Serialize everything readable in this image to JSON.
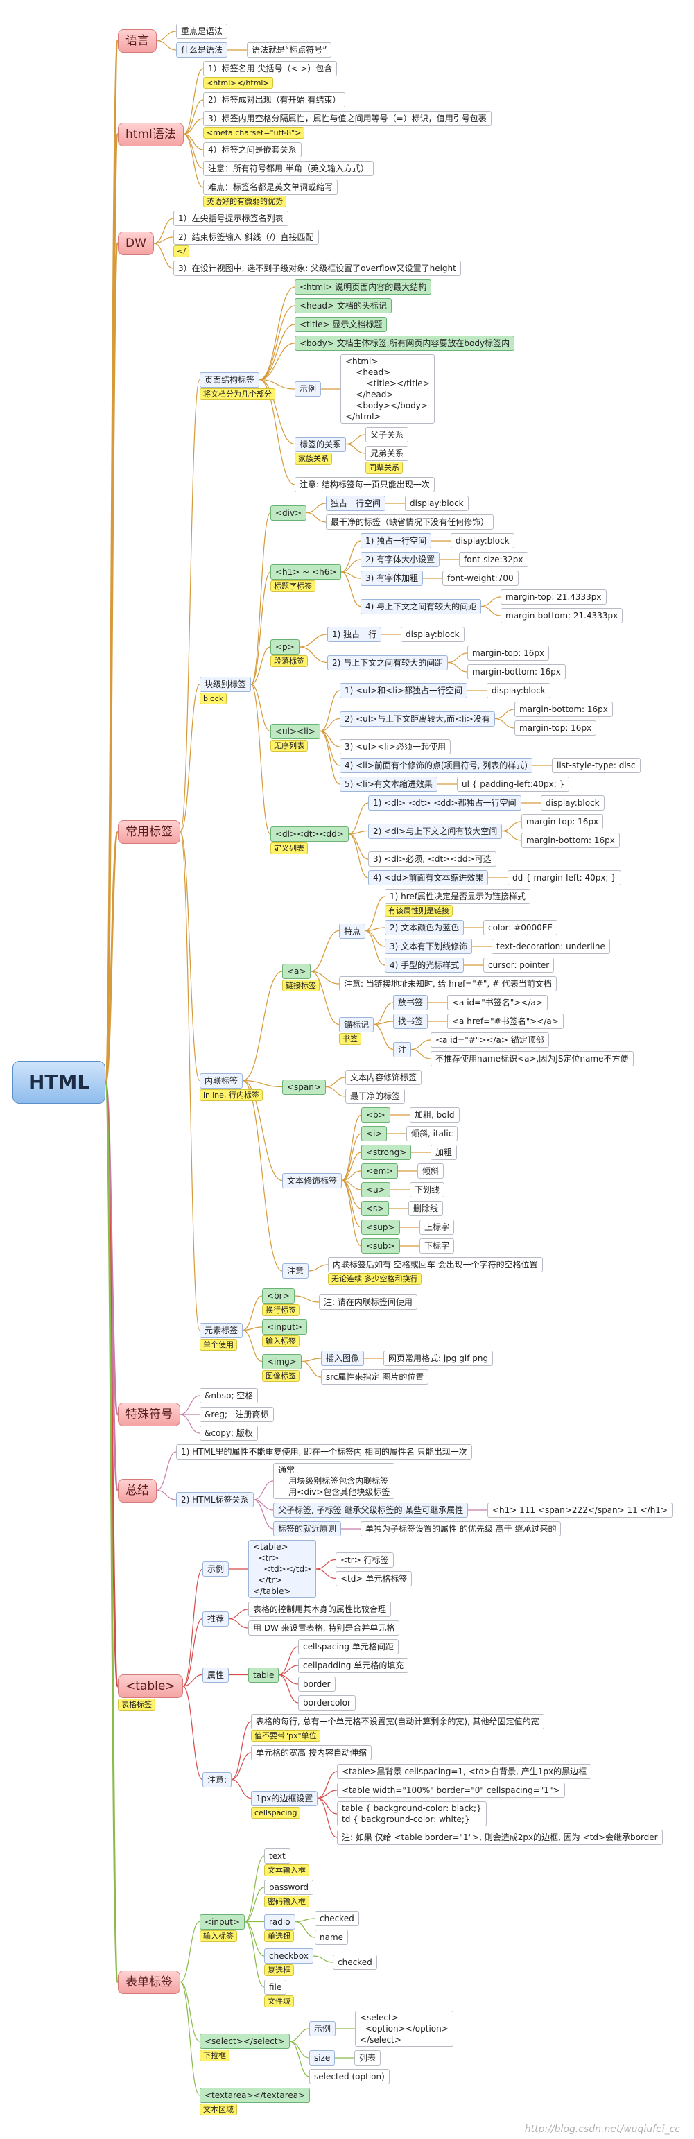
{
  "root": {
    "label": "HTML"
  },
  "watermark": "http://blog.csdn.net/wuqiufei_cc",
  "branches": [
    {
      "label": "语言",
      "children": [
        {
          "label": "重点是语法"
        },
        {
          "label": "什么是语法",
          "children": [
            {
              "label": "语法就是“标点符号”"
            }
          ]
        }
      ]
    },
    {
      "label": "html语法",
      "children": [
        {
          "label": "1）标签名用 尖括号（< >）包含",
          "note": "<html></html>"
        },
        {
          "label": "2）标签成对出现（有开始 有结束）"
        },
        {
          "label": "3）标签内用空格分隔属性，属性与值之间用等号（=）标识，值用引号包裹",
          "note": "<meta charset=\"utf-8\">"
        },
        {
          "label": "4）标签之间是嵌套关系"
        },
        {
          "label": "注意：所有符号都用 半角（英文输入方式）"
        },
        {
          "label": "难点：标签名都是英文单词或缩写",
          "note": "英语好的有微弱的优势"
        }
      ]
    },
    {
      "label": "DW",
      "children": [
        {
          "label": "1）左尖括号提示标签名列表"
        },
        {
          "label": "2）结束标签输入 斜线（/）直接匹配",
          "note": "</"
        },
        {
          "label": "3）在设计视图中, 选不到子级对象: 父级框设置了overflow又设置了height"
        }
      ]
    },
    {
      "label": "常用标签",
      "children": [
        {
          "label": "页面结构标签",
          "note": "将文档分为几个部分",
          "children": [
            {
              "label": "<html> 说明页面内容的最大结构",
              "kw": true
            },
            {
              "label": "<head> 文档的头标记",
              "kw": true
            },
            {
              "label": "<title> 显示文档标题",
              "kw": true
            },
            {
              "label": "<body> 文档主体标签,所有网页内容要放在body标签内",
              "kw": true
            },
            {
              "label": "示例",
              "children": [
                {
                  "label": "<html>\n    <head>\n        <title></title>\n    </head>\n    <body></body>\n</html>"
                }
              ]
            },
            {
              "label": "标签的关系",
              "note": "家族关系",
              "children": [
                {
                  "label": "父子关系"
                },
                {
                  "label": "兄弟关系",
                  "note": "同辈关系"
                }
              ]
            },
            {
              "label": "注意: 结构标签每一页只能出现一次"
            }
          ]
        },
        {
          "label": "块级别标签",
          "note": "block",
          "children": [
            {
              "label": "<div>",
              "kw": true,
              "children": [
                {
                  "label": "独占一行空间",
                  "children": [
                    {
                      "label": "display:block"
                    }
                  ]
                },
                {
                  "label": "最干净的标签（缺省情况下没有任何修饰）"
                }
              ]
            },
            {
              "label": "<h1> ~ <h6>",
              "kw": true,
              "note": "标题字标签",
              "children": [
                {
                  "label": "1) 独占一行空间",
                  "children": [
                    {
                      "label": "display:block"
                    }
                  ]
                },
                {
                  "label": "2) 有字体大小设置",
                  "children": [
                    {
                      "label": "font-size:32px"
                    }
                  ]
                },
                {
                  "label": "3) 有字体加粗",
                  "children": [
                    {
                      "label": "font-weight:700"
                    }
                  ]
                },
                {
                  "label": "4) 与上下文之间有较大的间距",
                  "children": [
                    {
                      "label": "margin-top: 21.4333px"
                    },
                    {
                      "label": "margin-bottom: 21.4333px"
                    }
                  ]
                }
              ]
            },
            {
              "label": "<p>",
              "kw": true,
              "note": "段落标签",
              "children": [
                {
                  "label": "1) 独占一行",
                  "children": [
                    {
                      "label": "display:block"
                    }
                  ]
                },
                {
                  "label": "2) 与上下文之间有较大的间距",
                  "children": [
                    {
                      "label": "margin-top: 16px"
                    },
                    {
                      "label": "margin-bottom: 16px"
                    }
                  ]
                }
              ]
            },
            {
              "label": "<ul><li>",
              "kw": true,
              "note": "无序列表",
              "children": [
                {
                  "label": "1) <ul>和<li>都独占一行空间",
                  "children": [
                    {
                      "label": "display:block"
                    }
                  ]
                },
                {
                  "label": "2) <ul>与上下文距离较大,而<li>没有",
                  "children": [
                    {
                      "label": "margin-bottom: 16px"
                    },
                    {
                      "label": "margin-top: 16px"
                    }
                  ]
                },
                {
                  "label": "3) <ul><li>必须一起使用"
                },
                {
                  "label": "4) <li>前面有个修饰的点(项目符号, 列表的样式)",
                  "children": [
                    {
                      "label": "list-style-type: disc"
                    }
                  ]
                },
                {
                  "label": "5) <li>有文本缩进效果",
                  "children": [
                    {
                      "label": "ul { padding-left:40px; }"
                    }
                  ]
                }
              ]
            },
            {
              "label": "<dl><dt><dd>",
              "kw": true,
              "note": "定义列表",
              "children": [
                {
                  "label": "1) <dl> <dt> <dd>都独占一行空间",
                  "children": [
                    {
                      "label": "display:block"
                    }
                  ]
                },
                {
                  "label": "2) <dl>与上下文之间有较大空间",
                  "children": [
                    {
                      "label": "margin-top: 16px"
                    },
                    {
                      "label": "margin-bottom: 16px"
                    }
                  ]
                },
                {
                  "label": "3) <dl>必须, <dt><dd>可选"
                },
                {
                  "label": "4) <dd>前面有文本缩进效果",
                  "children": [
                    {
                      "label": "dd { margin-left: 40px; }"
                    }
                  ]
                }
              ]
            }
          ]
        },
        {
          "label": "内联标签",
          "note": "inline, 行内标签",
          "children": [
            {
              "label": "<a>",
              "kw": true,
              "note": "链接标签",
              "children": [
                {
                  "label": "特点",
                  "children": [
                    {
                      "label": "1) href属性决定是否显示为链接样式",
                      "note": "有该属性则是链接"
                    },
                    {
                      "label": "2) 文本颜色为蓝色",
                      "children": [
                        {
                          "label": "color: #0000EE"
                        }
                      ]
                    },
                    {
                      "label": "3) 文本有下划线修饰",
                      "children": [
                        {
                          "label": "text-decoration: underline"
                        }
                      ]
                    },
                    {
                      "label": "4) 手型的光标样式",
                      "children": [
                        {
                          "label": "cursor: pointer"
                        }
                      ]
                    }
                  ]
                },
                {
                  "label": "注意: 当链接地址未知时, 给 href=\"#\", # 代表当前文档"
                },
                {
                  "label": "锚标记",
                  "note": "书签",
                  "children": [
                    {
                      "label": "放书签",
                      "children": [
                        {
                          "label": "<a id=\"书签名\"></a>"
                        }
                      ]
                    },
                    {
                      "label": "找书签",
                      "children": [
                        {
                          "label": "<a href=\"#书签名\"></a>"
                        }
                      ]
                    },
                    {
                      "label": "注",
                      "children": [
                        {
                          "label": "<a id=\"#\"></a> 锚定顶部"
                        },
                        {
                          "label": "不推荐使用name标识<a>,因为JS定位name不方便"
                        }
                      ]
                    }
                  ]
                }
              ]
            },
            {
              "label": "<span>",
              "kw": true,
              "children": [
                {
                  "label": "文本内容修饰标签"
                },
                {
                  "label": "最干净的标签"
                }
              ]
            },
            {
              "label": "文本修饰标签",
              "children": [
                {
                  "label": "<b>",
                  "kw": true,
                  "children": [
                    {
                      "label": "加粗, bold"
                    }
                  ]
                },
                {
                  "label": "<i>",
                  "kw": true,
                  "children": [
                    {
                      "label": "倾斜, italic"
                    }
                  ]
                },
                {
                  "label": "<strong>",
                  "kw": true,
                  "children": [
                    {
                      "label": "加粗"
                    }
                  ]
                },
                {
                  "label": "<em>",
                  "kw": true,
                  "children": [
                    {
                      "label": "倾斜"
                    }
                  ]
                },
                {
                  "label": "<u>",
                  "kw": true,
                  "children": [
                    {
                      "label": "下划线"
                    }
                  ]
                },
                {
                  "label": "<s>",
                  "kw": true,
                  "children": [
                    {
                      "label": "删除线"
                    }
                  ]
                },
                {
                  "label": "<sup>",
                  "kw": true,
                  "children": [
                    {
                      "label": "上标字"
                    }
                  ]
                },
                {
                  "label": "<sub>",
                  "kw": true,
                  "children": [
                    {
                      "label": "下标字"
                    }
                  ]
                }
              ]
            },
            {
              "label": "注意",
              "children": [
                {
                  "label": "内联标签后如有 空格或回车 会出现一个字符的空格位置",
                  "note": "无论连续 多少空格和换行"
                }
              ]
            }
          ]
        },
        {
          "label": "元素标签",
          "note": "单个使用",
          "children": [
            {
              "label": "<br>",
              "kw": true,
              "note": "换行标签",
              "children": [
                {
                  "label": "注: 请在内联标签间使用"
                }
              ]
            },
            {
              "label": "<input>",
              "kw": true,
              "note": "输入标签"
            },
            {
              "label": "<img>",
              "kw": true,
              "note": "图像标签",
              "children": [
                {
                  "label": "插入图像",
                  "children": [
                    {
                      "label": "网页常用格式: jpg gif png"
                    }
                  ]
                },
                {
                  "label": "src属性来指定 图片的位置"
                }
              ]
            }
          ]
        }
      ]
    },
    {
      "label": "特殊符号",
      "children": [
        {
          "label": "&nbsp; 空格"
        },
        {
          "label": "&reg;   注册商标"
        },
        {
          "label": "&copy; 版权"
        }
      ]
    },
    {
      "label": "总结",
      "children": [
        {
          "label": "1) HTML里的属性不能重复使用, 即在一个标签内 相同的属性名 只能出现一次"
        },
        {
          "label": "2) HTML标签关系",
          "children": [
            {
              "label": "通常\n    用块级别标签包含内联标签\n    用<div>包含其他块级标签"
            },
            {
              "label": "父子标签, 子标签 继承父级标签的 某些可继承属性",
              "children": [
                {
                  "label": "<h1> 111 <span>222</span> 11 </h1>"
                }
              ]
            },
            {
              "label": "标签的就近原则",
              "children": [
                {
                  "label": "单独为子标签设置的属性 的优先级 高于 继承过来的"
                }
              ]
            }
          ]
        }
      ]
    },
    {
      "label": "<table>",
      "note": "表格标签",
      "children": [
        {
          "label": "示例",
          "children": [
            {
              "label": "<table>\n  <tr>\n    <td></td>\n  </tr>\n</table>",
              "children": [
                {
                  "label": "<tr> 行标签"
                },
                {
                  "label": "<td> 单元格标签"
                }
              ]
            }
          ]
        },
        {
          "label": "推荐",
          "children": [
            {
              "label": "表格的控制用其本身的属性比较合理"
            },
            {
              "label": "用 DW 来设置表格, 特别是合并单元格"
            }
          ]
        },
        {
          "label": "属性",
          "children": [
            {
              "label": "table",
              "kw": true,
              "children": [
                {
                  "label": "cellspacing 单元格间距"
                },
                {
                  "label": "cellpadding 单元格的填充"
                },
                {
                  "label": "border"
                },
                {
                  "label": "bordercolor"
                }
              ]
            }
          ]
        },
        {
          "label": "注意:",
          "children": [
            {
              "label": "表格的每行, 总有一个单元格不设置宽(自动计算剩余的宽), 其他给固定值的宽",
              "note": "值不要带\"px\"单位"
            },
            {
              "label": "单元格的宽高 按内容自动伸缩"
            },
            {
              "label": "1px的边框设置",
              "note": "cellspacing",
              "children": [
                {
                  "label": "<table>黑背景 cellspacing=1, <td>白背景, 产生1px的黑边框"
                },
                {
                  "label": "<table width=\"100%\" border=\"0\" cellspacing=\"1\">"
                },
                {
                  "label": "table { background-color: black;}\ntd { background-color: white;}"
                },
                {
                  "label": "注: 如果 仅给 <table border=\"1\">, 则会造成2px的边框, 因为 <td>会继承border"
                }
              ]
            }
          ]
        }
      ]
    },
    {
      "label": "表单标签",
      "children": [
        {
          "label": "<input>",
          "kw": true,
          "note": "输入标签",
          "children": [
            {
              "label": "text",
              "note": "文本输入框"
            },
            {
              "label": "password",
              "note": "密码输入框"
            },
            {
              "label": "radio",
              "note": "单选钮",
              "children": [
                {
                  "label": "checked"
                },
                {
                  "label": "name"
                }
              ]
            },
            {
              "label": "checkbox",
              "note": "复选框",
              "children": [
                {
                  "label": "checked"
                }
              ]
            },
            {
              "label": "file",
              "note": "文件域"
            }
          ]
        },
        {
          "label": "<select></select>",
          "kw": true,
          "note": "下拉框",
          "children": [
            {
              "label": "示例",
              "children": [
                {
                  "label": "<select>\n  <option></option>\n</select>"
                }
              ]
            },
            {
              "label": "size",
              "children": [
                {
                  "label": "列表"
                }
              ]
            },
            {
              "label": "selected (option)"
            }
          ]
        },
        {
          "label": "<textarea></textarea>",
          "kw": true,
          "note": "文本区域"
        }
      ]
    }
  ]
}
